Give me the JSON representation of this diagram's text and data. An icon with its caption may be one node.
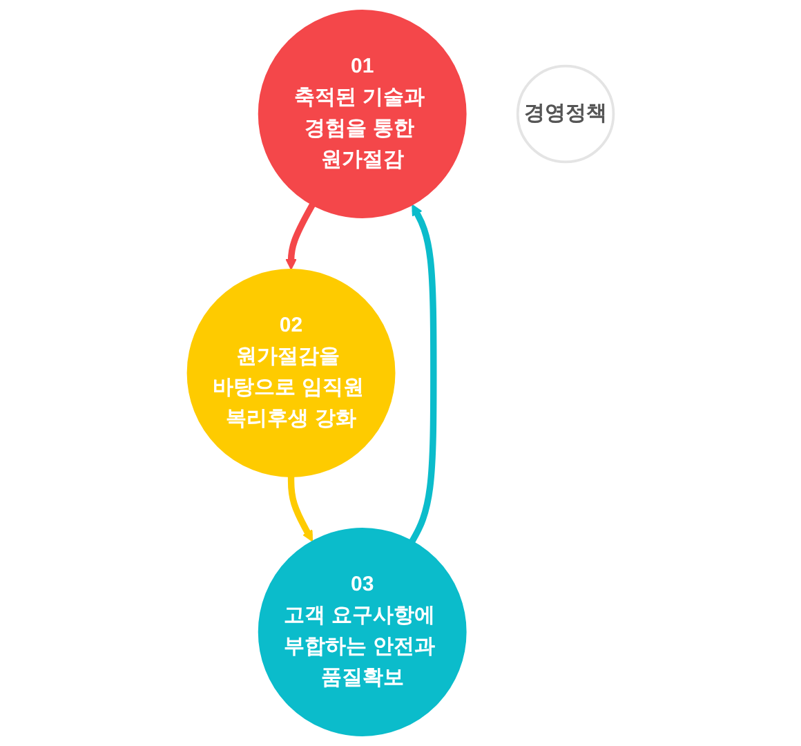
{
  "diagram": {
    "nodes": [
      {
        "text": [
          "01",
          "축적된 기술과 경험을 통한 원가절감"
        ]
      },
      {
        "text": [
          "경영정책"
        ]
      },
      {
        "text": [
          "02",
          "원가절감을 바탕으로 임직원 복리후생 강화"
        ]
      },
      {
        "text": [
          "03",
          "고객 요구사항에 부합하는 안전과 품질확보"
        ]
      }
    ],
    "edges": [
      {
        "from": 0,
        "to": 2,
        "arrow": "to",
        "color": "#f4474a"
      },
      {
        "from": 2,
        "to": 3,
        "arrow": "to",
        "color": "#fecb00"
      },
      {
        "from": 3,
        "to": 0,
        "arrow": "to",
        "color": "#0bbccb"
      }
    ]
  }
}
